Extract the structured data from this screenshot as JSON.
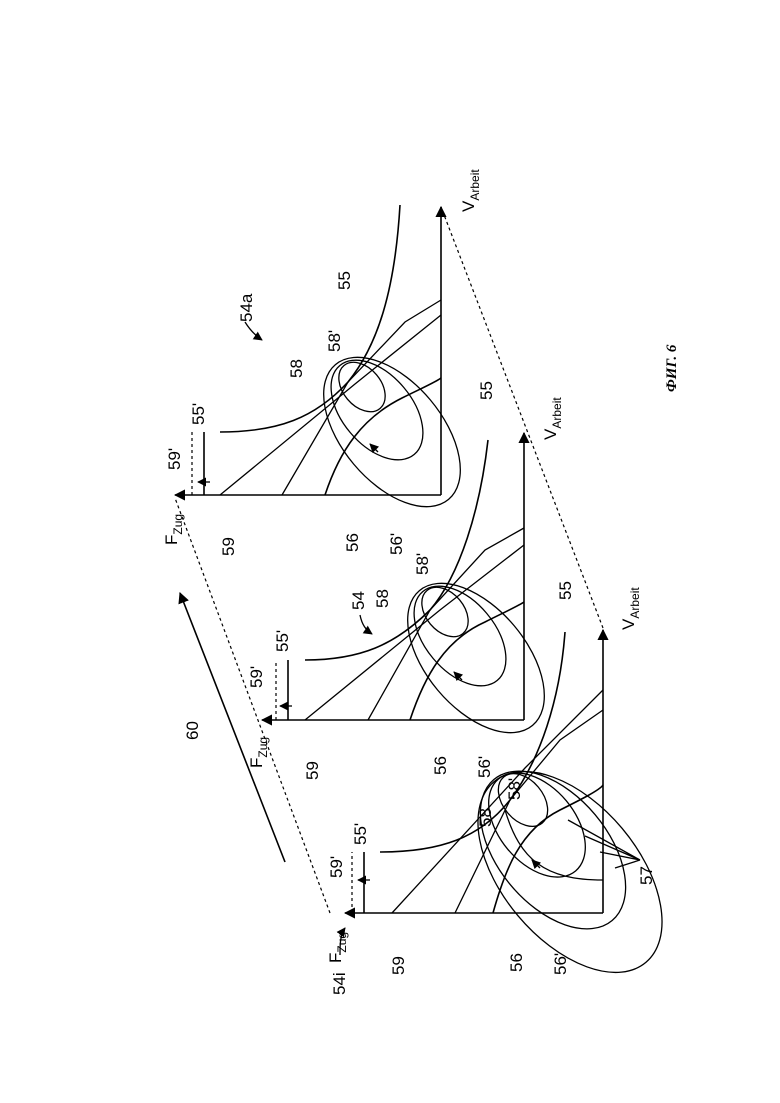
{
  "figure_caption": "ФИГ. 6",
  "arrow_label": "60",
  "axis": {
    "force_main": "F",
    "force_sub": "Zug",
    "speed_main": "V",
    "speed_sub": "Arbeit"
  },
  "graphs": [
    {
      "id": "54i",
      "labels": {
        "graph": "54i",
        "l55p": "55'",
        "l59p": "59'",
        "l59": "59",
        "l56": "56",
        "l56p": "56'",
        "l58": "58",
        "l58p": "58'",
        "l55": "55",
        "l57": "57"
      }
    },
    {
      "id": "54",
      "labels": {
        "graph": "54",
        "l55p": "55'",
        "l59p": "59'",
        "l59": "59",
        "l56": "56",
        "l56p": "56'",
        "l58": "58",
        "l58p": "58'",
        "l55": "55"
      }
    },
    {
      "id": "54a",
      "labels": {
        "graph": "54a",
        "l55p": "55'",
        "l59p": "59'",
        "l59": "59",
        "l56": "56",
        "l56p": "56'",
        "l58": "58",
        "l58p": "58'",
        "l55": "55"
      }
    }
  ]
}
